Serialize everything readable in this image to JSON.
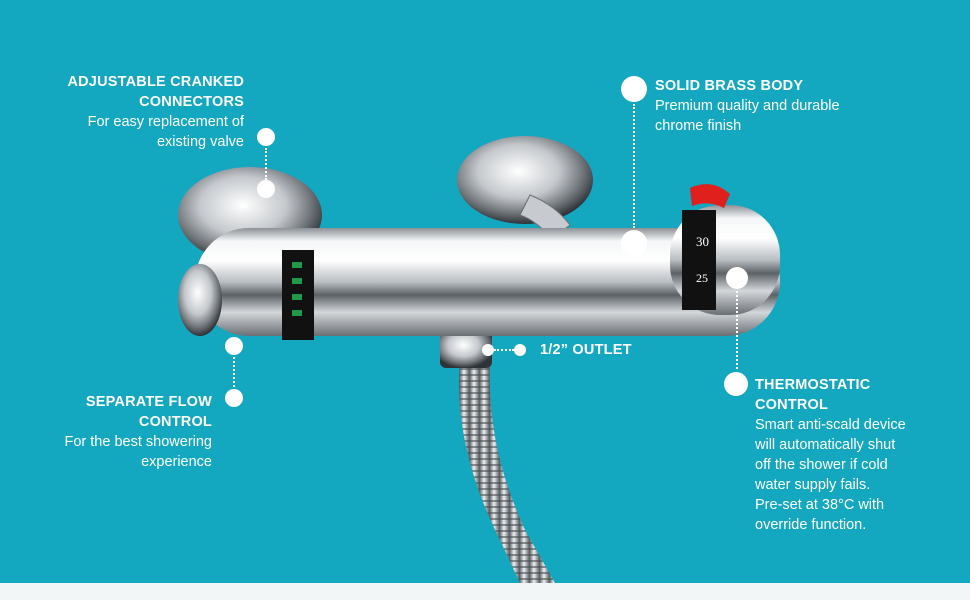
{
  "callouts": {
    "connectors": {
      "title_line1": "ADJUSTABLE CRANKED",
      "title_line2": "CONNECTORS",
      "desc_line1": "For easy replacement of",
      "desc_line2": "existing valve"
    },
    "brass": {
      "title": "SOLID BRASS BODY",
      "desc_line1": "Premium quality and durable",
      "desc_line2": "chrome finish"
    },
    "outlet": {
      "title": "1/2” OUTLET"
    },
    "flow": {
      "title_line1": "SEPARATE FLOW",
      "title_line2": "CONTROL",
      "desc_line1": "For the best showering",
      "desc_line2": "experience"
    },
    "thermostatic": {
      "title_line1": "THERMOSTATIC",
      "title_line2": "CONTROL",
      "desc_lines": [
        "Smart anti-scald device",
        "will automatically shut",
        "off the shower if cold",
        "water supply fails.",
        "Pre-set at 38°C with",
        "override function."
      ]
    }
  },
  "dial": {
    "mark_30": "30",
    "mark_25": "25"
  },
  "colors": {
    "background": "#14a7c0",
    "accent_red": "#e0201c",
    "dial_green": "#1f9a4a"
  }
}
